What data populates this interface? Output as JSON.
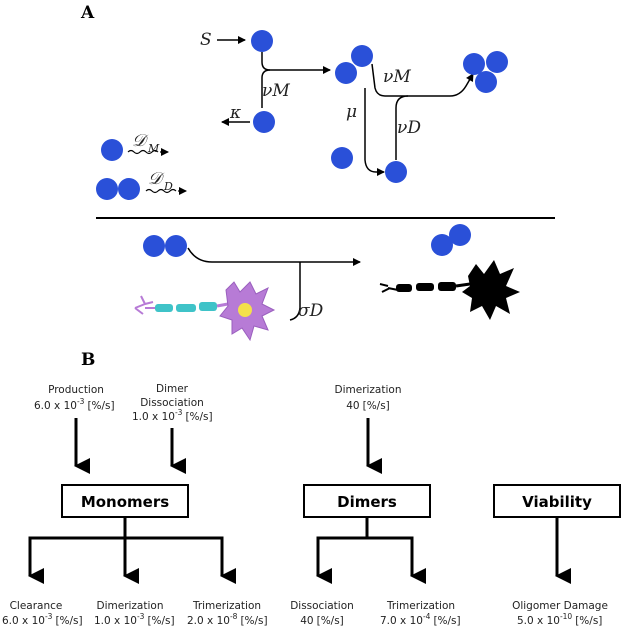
{
  "panel_a": {
    "label": "A",
    "symbols": {
      "S": "S",
      "nuM_1": "νM",
      "kappa": "κ",
      "nuM_2": "νM",
      "mu": "μ",
      "nuD": "νD",
      "D": "𝒟",
      "sub_M": "M",
      "sub_D": "D",
      "sigmaD": "σD"
    },
    "colors": {
      "monomer": "#2a50d8",
      "neuron_healthy": "#b77bd6",
      "axon": "#3fc3c8",
      "nucleus": "#f4e14b",
      "neuron_damaged": "#000000"
    }
  },
  "panel_b": {
    "label": "B",
    "boxes": {
      "monomers": "Monomers",
      "dimers": "Dimers",
      "viability": "Viability"
    },
    "inputs": {
      "production": {
        "name": "Production",
        "mantissa": "6.0 x 10",
        "exp": "-3",
        "unit": "[%/s]"
      },
      "dimer_dissociation": {
        "name1": "Dimer",
        "name2": "Dissociation",
        "mantissa": "1.0 x 10",
        "exp": "-3",
        "unit": "[%/s]"
      },
      "dimerization_in": {
        "name": "Dimerization",
        "value": "40",
        "unit": "[%/s]"
      }
    },
    "outputs": {
      "clearance": {
        "name": "Clearance",
        "mantissa": "6.0 x 10",
        "exp": "-3",
        "unit": "[%/s]"
      },
      "dimerization": {
        "name": "Dimerization",
        "mantissa": "1.0 x 10",
        "exp": "-3",
        "unit": "[%/s]"
      },
      "trimerization_m": {
        "name": "Trimerization",
        "mantissa": "2.0 x 10",
        "exp": "-8",
        "unit": "[%/s]"
      },
      "dissociation": {
        "name": "Dissociation",
        "value": "40",
        "unit": "[%/s]"
      },
      "trimerization_d": {
        "name": "Trimerization",
        "mantissa": "7.0 x 10",
        "exp": "-4",
        "unit": "[%/s]"
      },
      "oligomer_damage": {
        "name": "Oligomer Damage",
        "mantissa": "5.0 x 10",
        "exp": "-10",
        "unit": "[%/s]"
      }
    }
  }
}
